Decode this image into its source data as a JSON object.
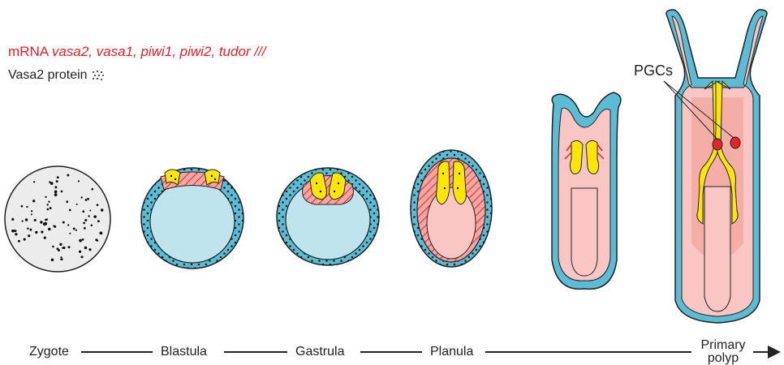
{
  "legend": {
    "mrna_prefix": "mRNA ",
    "mrna_genes": "vasa2, vasa1, piwi1, piwi2, tudor",
    "mrna_symbol": "///",
    "protein_label": "Vasa2 protein"
  },
  "stages": {
    "zygote": "Zygote",
    "blastula": "Blastula",
    "gastrula": "Gastrula",
    "planula": "Planula",
    "polyp_line1": "Primary",
    "polyp_line2": "polyp"
  },
  "annotation": {
    "pgcs": "PGCs"
  },
  "colors": {
    "ectoderm_blue": "#5bbcd6",
    "cavity_blue": "#bfe4ee",
    "endoderm_pink": "#f9c6c3",
    "endoderm_red": "#f4a29c",
    "yellow": "#ffe600",
    "mrna_red": "#e3262b",
    "zygote_grey": "#ececec"
  }
}
